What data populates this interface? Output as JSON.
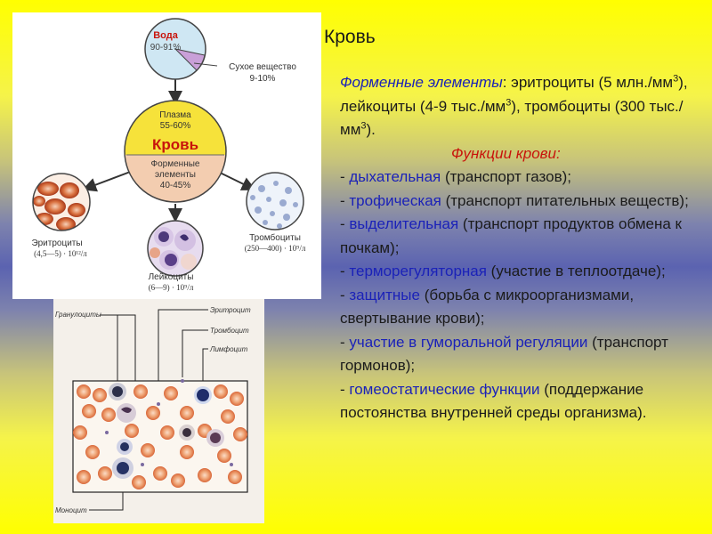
{
  "title": "Кровь",
  "text": {
    "formed_label": "Форменные элементы",
    "formed_rest_1": ": эритроциты (5 млн./мм",
    "sup3": "3",
    "formed_rest_2": "), лейкоциты (4-9 тыс./мм",
    "formed_rest_3": "), тромбоциты (300 тыс./мм",
    "formed_rest_4": ").",
    "functions_title": "Функции крови",
    "functions_colon": ":",
    "functions": [
      {
        "prefix": "- ",
        "name": "дыхательная",
        "desc": " (транспорт газов);"
      },
      {
        "prefix": "- ",
        "name": "трофическая",
        "desc": " (транспорт питательных веществ);"
      },
      {
        "prefix": "- ",
        "name": "выделительная",
        "desc": " (транспорт продуктов обмена к почкам);"
      },
      {
        "prefix": "- ",
        "name": "терморегуляторная",
        "desc": " (участие в теплоотдаче);"
      },
      {
        "prefix": "- ",
        "name": "защитные",
        "desc": " (борьба с микроорганизмами, свертывание крови);"
      },
      {
        "prefix": "- ",
        "name": "участие в гуморальной регуляции",
        "desc": " (транспорт гормонов);"
      },
      {
        "prefix": "- ",
        "name": "гомеостатические функции",
        "desc": " (поддержание постоянства внутренней среды организма)."
      }
    ]
  },
  "diagram": {
    "water_label": "Вода",
    "water_pct": "90-91%",
    "dry_label": "Сухое вещество",
    "dry_pct": "9-10%",
    "plasma_label": "Плазма",
    "plasma_pct": "55-60%",
    "blood_label": "Кровь",
    "formed_line1": "Форменные",
    "formed_line2": "элементы",
    "formed_pct": "40-45%",
    "erythro_label": "Эритроциты",
    "erythro_count": "(4,5—5) · 10¹²/л",
    "leuko_label": "Лейкоциты",
    "leuko_count": "(6—9) · 10⁹/л",
    "thrombo_label": "Тромбоциты",
    "thrombo_count": "(250—400) · 10⁹/л"
  },
  "smear": {
    "granulocytes": "Гранулоциты",
    "erythrocyte": "Эритроцит",
    "thrombocyte": "Тромбоцит",
    "lymphocyte": "Лимфоцит",
    "monocyte": "Моноцит"
  },
  "colors": {
    "blue_text": "#1b22b8",
    "red_text": "#c8140c",
    "water": "#cfe7f3",
    "plasma": "#f6e23a",
    "formed": "#f3cdb0"
  }
}
